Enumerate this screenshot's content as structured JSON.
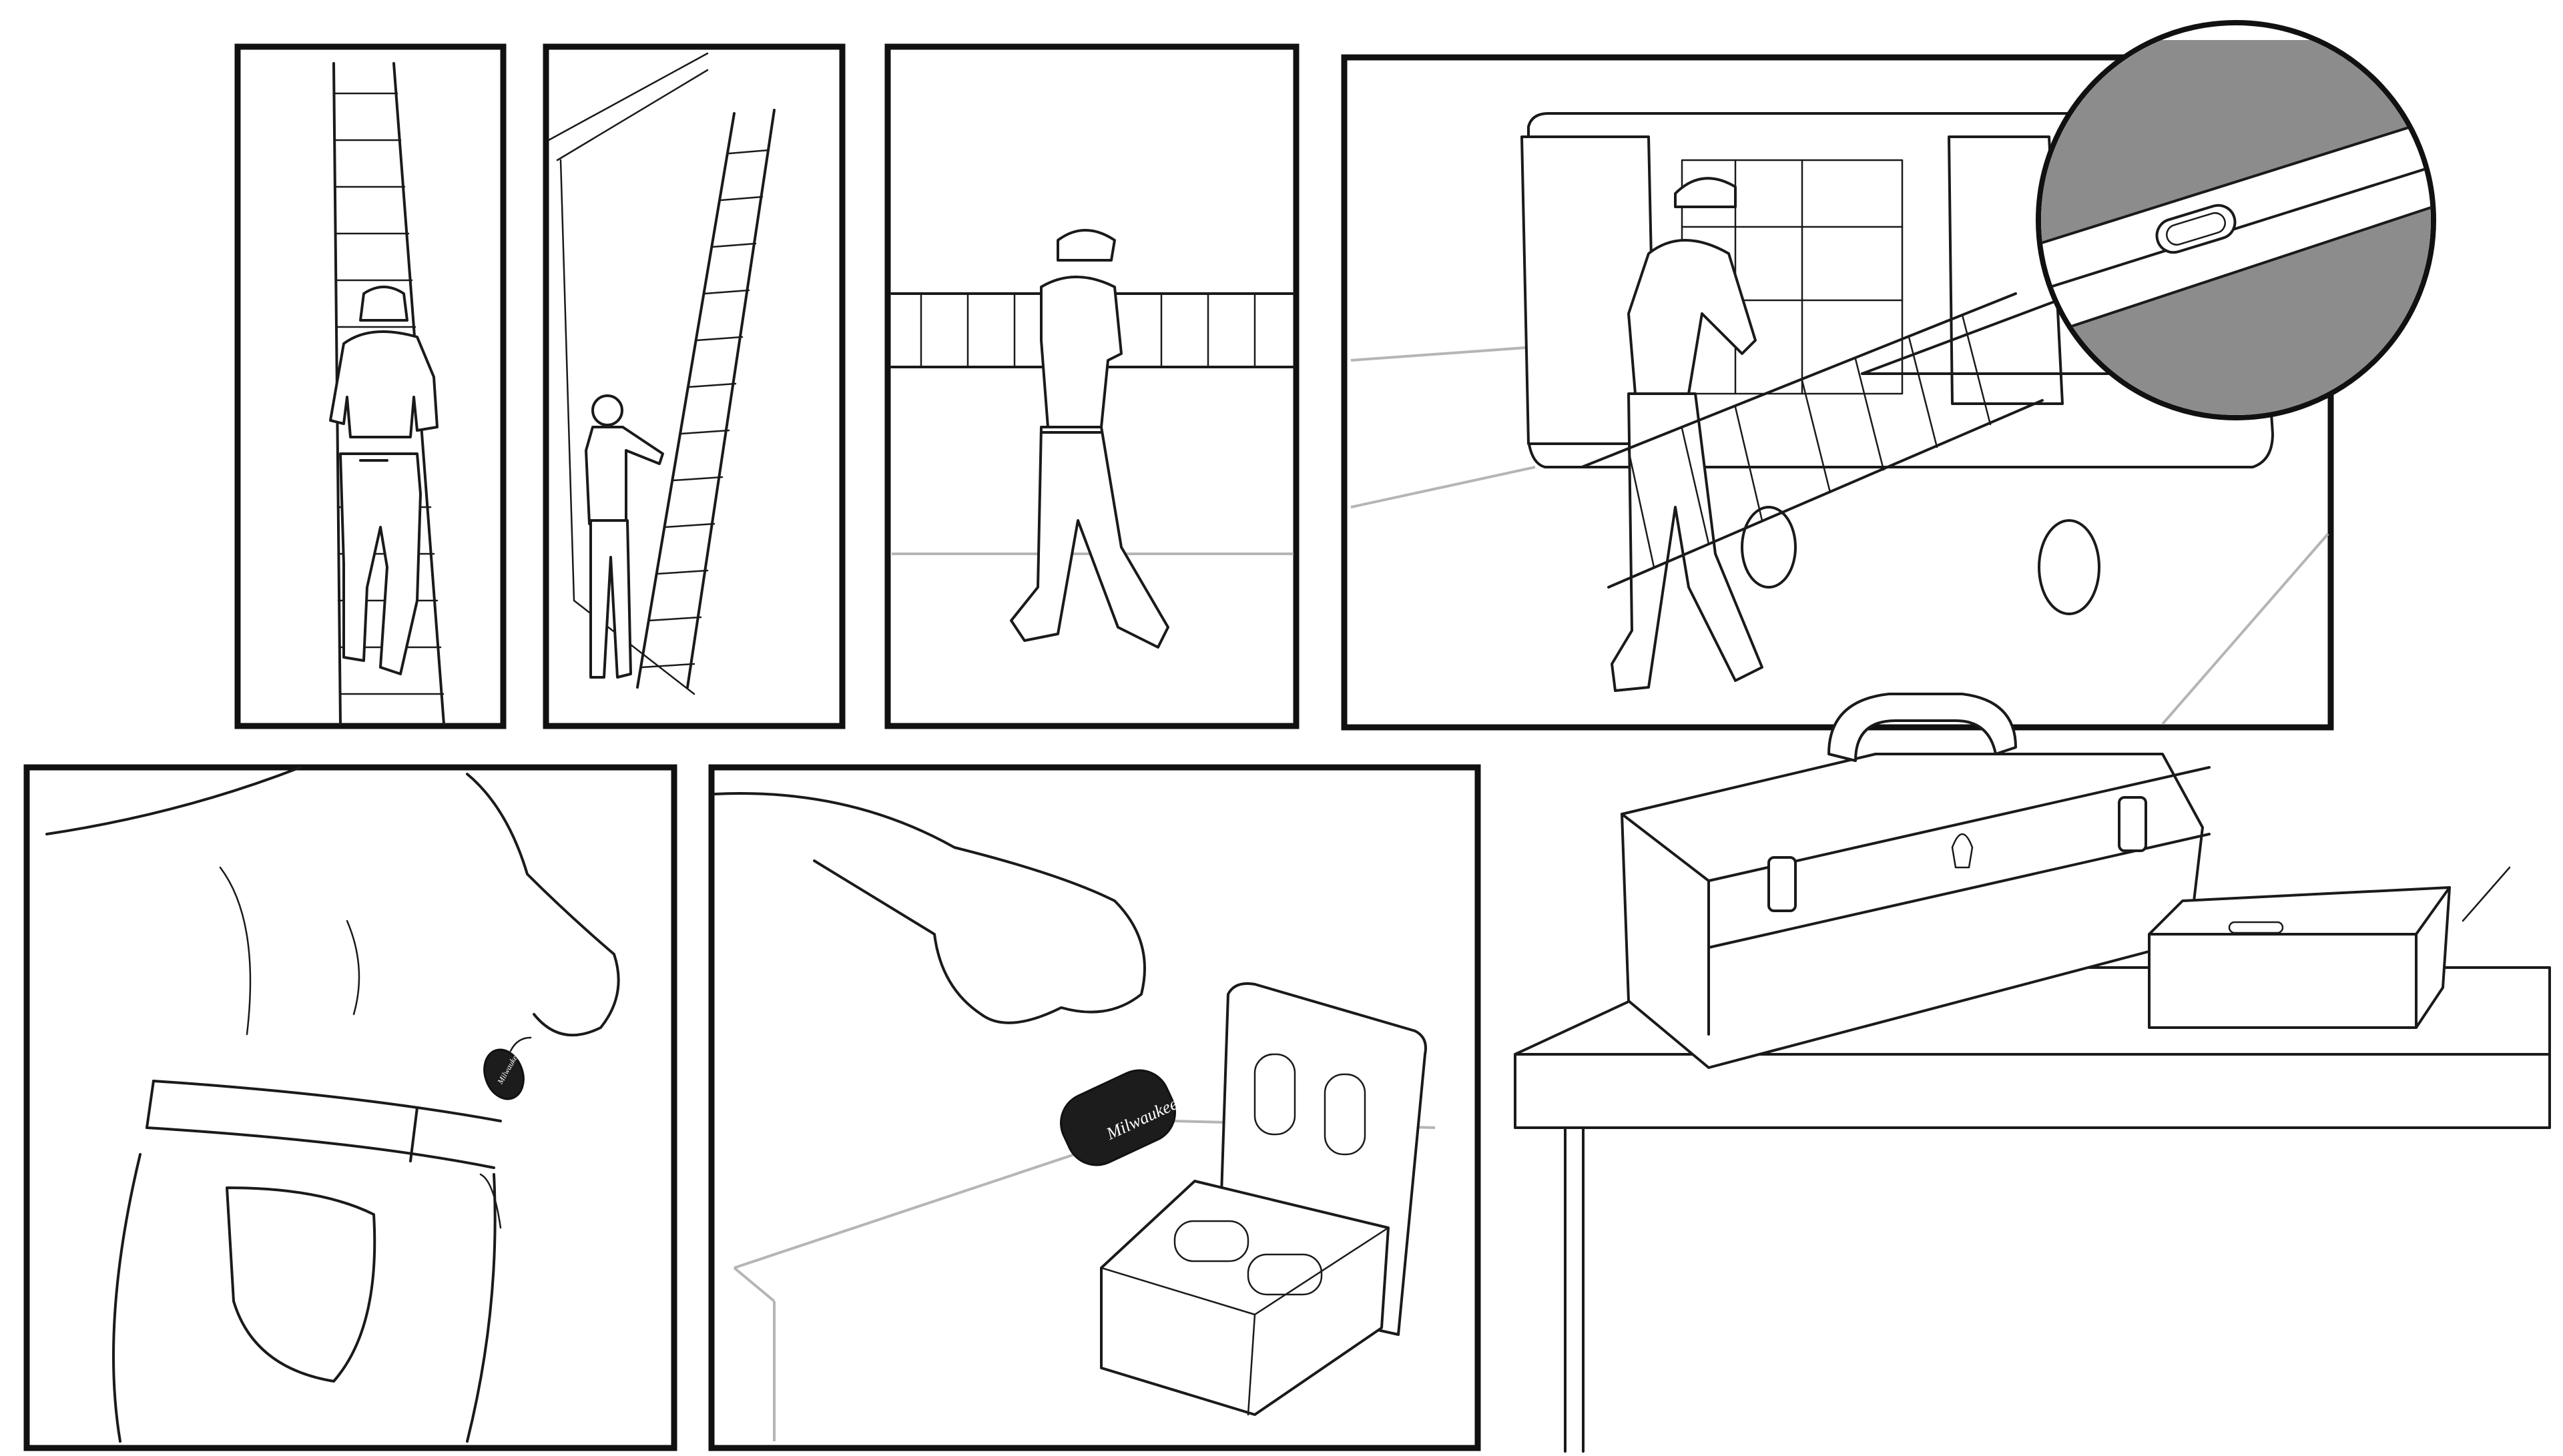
{
  "scene": {
    "colors": {
      "ink": "#1a1a1a",
      "background": "#ffffff",
      "shade": "#8c8c8c",
      "tag_body": "#1c1c1c"
    },
    "tag_logo_text": "Milwaukee",
    "panels": [
      {
        "id": "climbing-ladder",
        "icon": "ladder-climb-illustration"
      },
      {
        "id": "raising-ladder",
        "icon": "ladder-raise-illustration"
      },
      {
        "id": "carrying-ladder",
        "icon": "ladder-carry-illustration"
      },
      {
        "id": "loading-van",
        "icon": "van-load-illustration"
      },
      {
        "id": "tag-on-belt-loop",
        "icon": "belt-tag-illustration"
      },
      {
        "id": "tag-into-case",
        "icon": "tag-case-illustration"
      },
      {
        "id": "toolbox-on-table",
        "icon": "toolbox-illustration"
      }
    ]
  }
}
